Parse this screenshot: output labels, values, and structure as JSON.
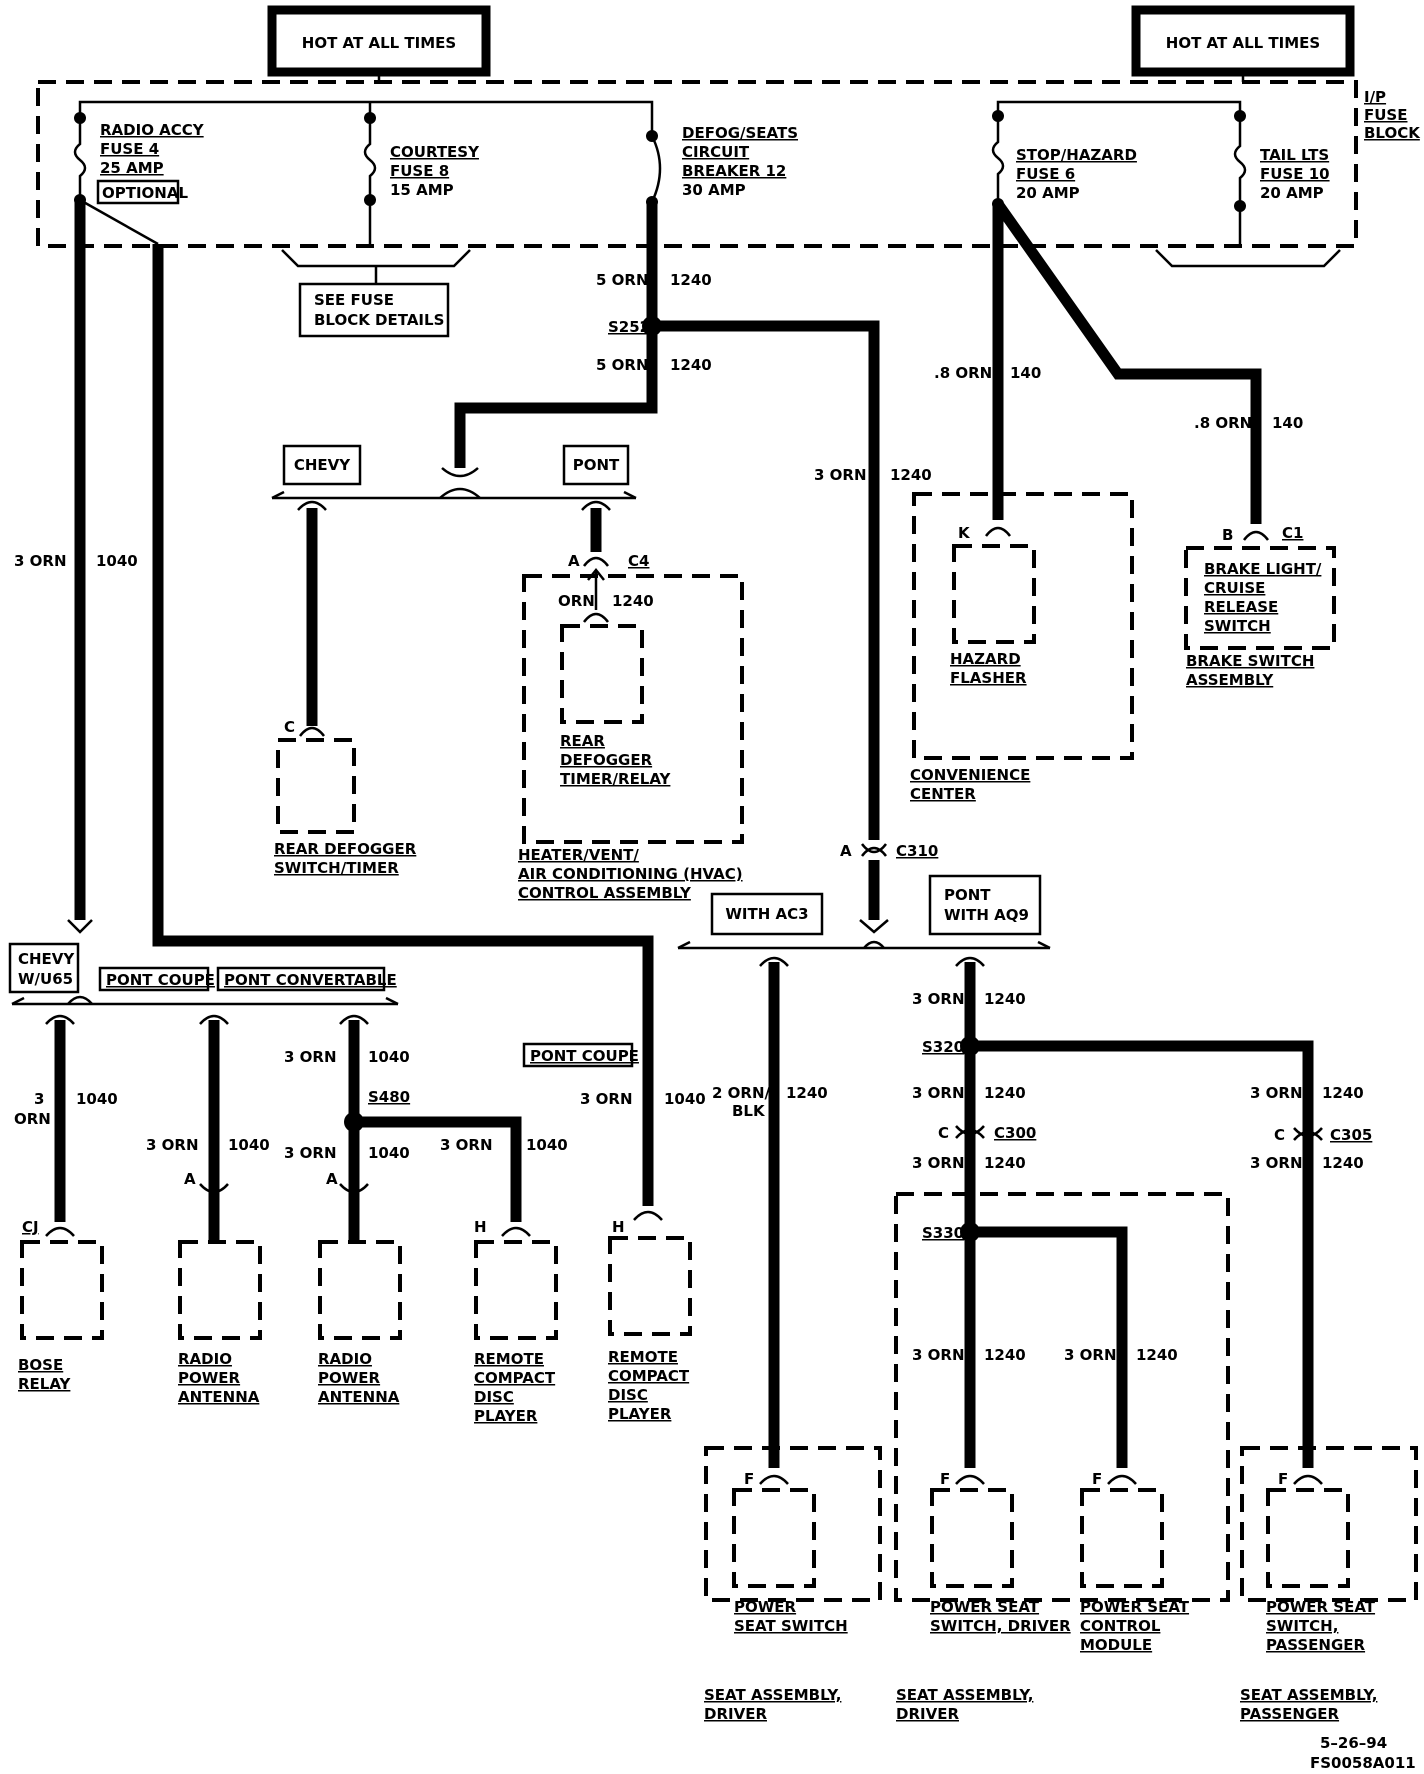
{
  "hot_labels": [
    "HOT AT ALL TIMES",
    "HOT AT ALL TIMES"
  ],
  "fuse_block": {
    "title": [
      "I/P",
      "FUSE",
      "BLOCK"
    ],
    "radio": [
      "RADIO ACCY",
      "FUSE 4",
      "25 AMP",
      "OPTIONAL"
    ],
    "courtesy": [
      "COURTESY",
      "FUSE 8",
      "15 AMP"
    ],
    "defog": [
      "DEFOG/SEATS",
      "CIRCUIT",
      "BREAKER 12",
      "30 AMP"
    ],
    "stop": [
      "STOP/HAZARD",
      "FUSE 6",
      "20 AMP"
    ],
    "tail": [
      "TAIL LTS",
      "FUSE 10",
      "20 AMP"
    ],
    "see_details": [
      "SEE FUSE",
      "BLOCK DETAILS"
    ]
  },
  "wires": {
    "w_5orn_a": "5 ORN",
    "w_1240_a": "1240",
    "s252": "S252",
    "w_5orn_b": "5 ORN",
    "w_1240_b": "1240",
    "w_3orn_main": "3 ORN",
    "w_1040_main": "1040",
    "w_3orn_right": "3 ORN",
    "w_1240_right": "1240",
    "w_08_a": ".8 ORN",
    "w_140_a": "140",
    "w_08_b": ".8 ORN",
    "w_140_b": "140",
    "w_orn_hvac": "ORN",
    "w_1240_hvac": "1240",
    "bose_3": "3",
    "bose_orn": "ORN",
    "bose_1040": "1040",
    "coupe_3orn": "3 ORN",
    "coupe_1040": "1040",
    "conv_3orn_a": "3 ORN",
    "conv_1040_a": "1040",
    "s480": "S480",
    "conv_3orn_b": "3 ORN",
    "conv_1040_b": "1040",
    "rc_3orn": "3 ORN",
    "rc_1040": "1040",
    "pc_3orn": "3 ORN",
    "pc_1040": "1040",
    "ac3_2orn": "2 ORN/",
    "ac3_blk": "BLK",
    "ac3_1240": "1240",
    "aq9_3orn_a": "3 ORN",
    "aq9_1240_a": "1240",
    "s320": "S320",
    "aq9_3orn_b": "3 ORN",
    "aq9_1240_b": "1240",
    "aq9_3orn_c": "3 ORN",
    "aq9_1240_c": "1240",
    "s330": "S330",
    "drv_3orn": "3 ORN",
    "drv_1240": "1240",
    "mod_3orn": "3 ORN",
    "mod_1240": "1240",
    "pas_3orn_a": "3 ORN",
    "pas_1240_a": "1240",
    "pas_3orn_b": "3 ORN",
    "pas_1240_b": "1240"
  },
  "options": {
    "chevy": "CHEVY",
    "pont": "PONT",
    "chevy_u65": [
      "CHEVY",
      "W/U65"
    ],
    "pont_coupe": "PONT  COUPE",
    "pont_convertable": "PONT  CONVERTABLE",
    "pont_coupe_2": "PONT  COUPE",
    "with_ac3": "WITH AC3",
    "pont_aq9": [
      "PONT",
      "WITH AQ9"
    ]
  },
  "connectors": {
    "c4_a": "A",
    "c4": "C4",
    "c310_a": "A",
    "c310": "C310",
    "k": "K",
    "c1_b": "B",
    "c1": "C1",
    "c_def": "C",
    "cj": "CJ",
    "a_coupe": "A",
    "a_conv": "A",
    "h_rc": "H",
    "h_pc": "H",
    "f_ps": "F",
    "f_drv": "F",
    "f_mod": "F",
    "f_pas": "F",
    "c300_c": "C",
    "c300": "C300",
    "c305_c": "C",
    "c305": "C305"
  },
  "components": {
    "rear_defog_switch": [
      "REAR DEFOGGER",
      "SWITCH/TIMER"
    ],
    "rear_defog_relay": [
      "REAR",
      "DEFOGGER",
      "TIMER/RELAY"
    ],
    "hvac": [
      "HEATER/VENT/",
      "AIR CONDITIONING (HVAC)",
      "CONTROL ASSEMBLY"
    ],
    "hazard": [
      "HAZARD",
      "FLASHER"
    ],
    "convenience": [
      "CONVENIENCE",
      "CENTER"
    ],
    "brake_light": [
      "BRAKE LIGHT/",
      "CRUISE",
      "RELEASE",
      "SWITCH"
    ],
    "brake_assembly": [
      "BRAKE SWITCH",
      "ASSEMBLY"
    ],
    "bose": [
      "BOSE",
      "RELAY"
    ],
    "antenna1": [
      "RADIO",
      "POWER",
      "ANTENNA"
    ],
    "antenna2": [
      "RADIO",
      "POWER",
      "ANTENNA"
    ],
    "cd1": [
      "REMOTE",
      "COMPACT",
      "DISC",
      "PLAYER"
    ],
    "cd2": [
      "REMOTE",
      "COMPACT",
      "DISC",
      "PLAYER"
    ],
    "power_seat_switch": [
      "POWER",
      "SEAT SWITCH"
    ],
    "seat_driver_1": [
      "SEAT ASSEMBLY,",
      "DRIVER"
    ],
    "ps_switch_driver": [
      "POWER SEAT",
      "SWITCH, DRIVER"
    ],
    "ps_module": [
      "POWER SEAT",
      "CONTROL",
      "MODULE"
    ],
    "seat_driver_2": [
      "SEAT ASSEMBLY,",
      "DRIVER"
    ],
    "ps_switch_pass": [
      "POWER SEAT",
      "SWITCH,",
      "PASSENGER"
    ],
    "seat_pass": [
      "SEAT ASSEMBLY,",
      "PASSENGER"
    ]
  },
  "footer": [
    "5–26–94",
    "FS0058A011"
  ]
}
